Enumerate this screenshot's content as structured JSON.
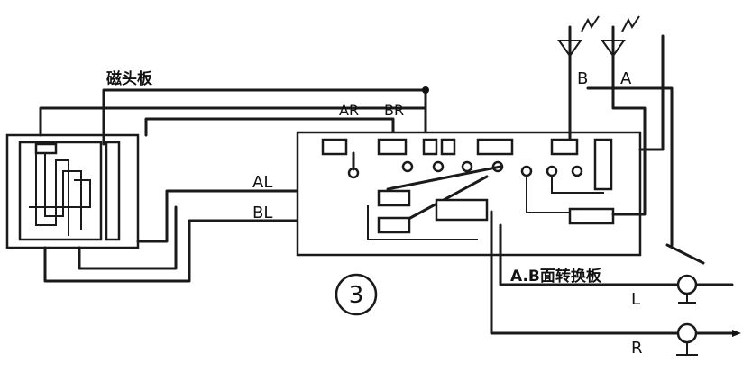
{
  "labels": {
    "head_board": "磁头板",
    "AR": "AR",
    "BR": "BR",
    "AL": "AL",
    "BL": "BL",
    "B": "B",
    "A": "A",
    "ab_board": "A.B面转换板",
    "L": "L",
    "R": "R",
    "figure_no": "3"
  }
}
